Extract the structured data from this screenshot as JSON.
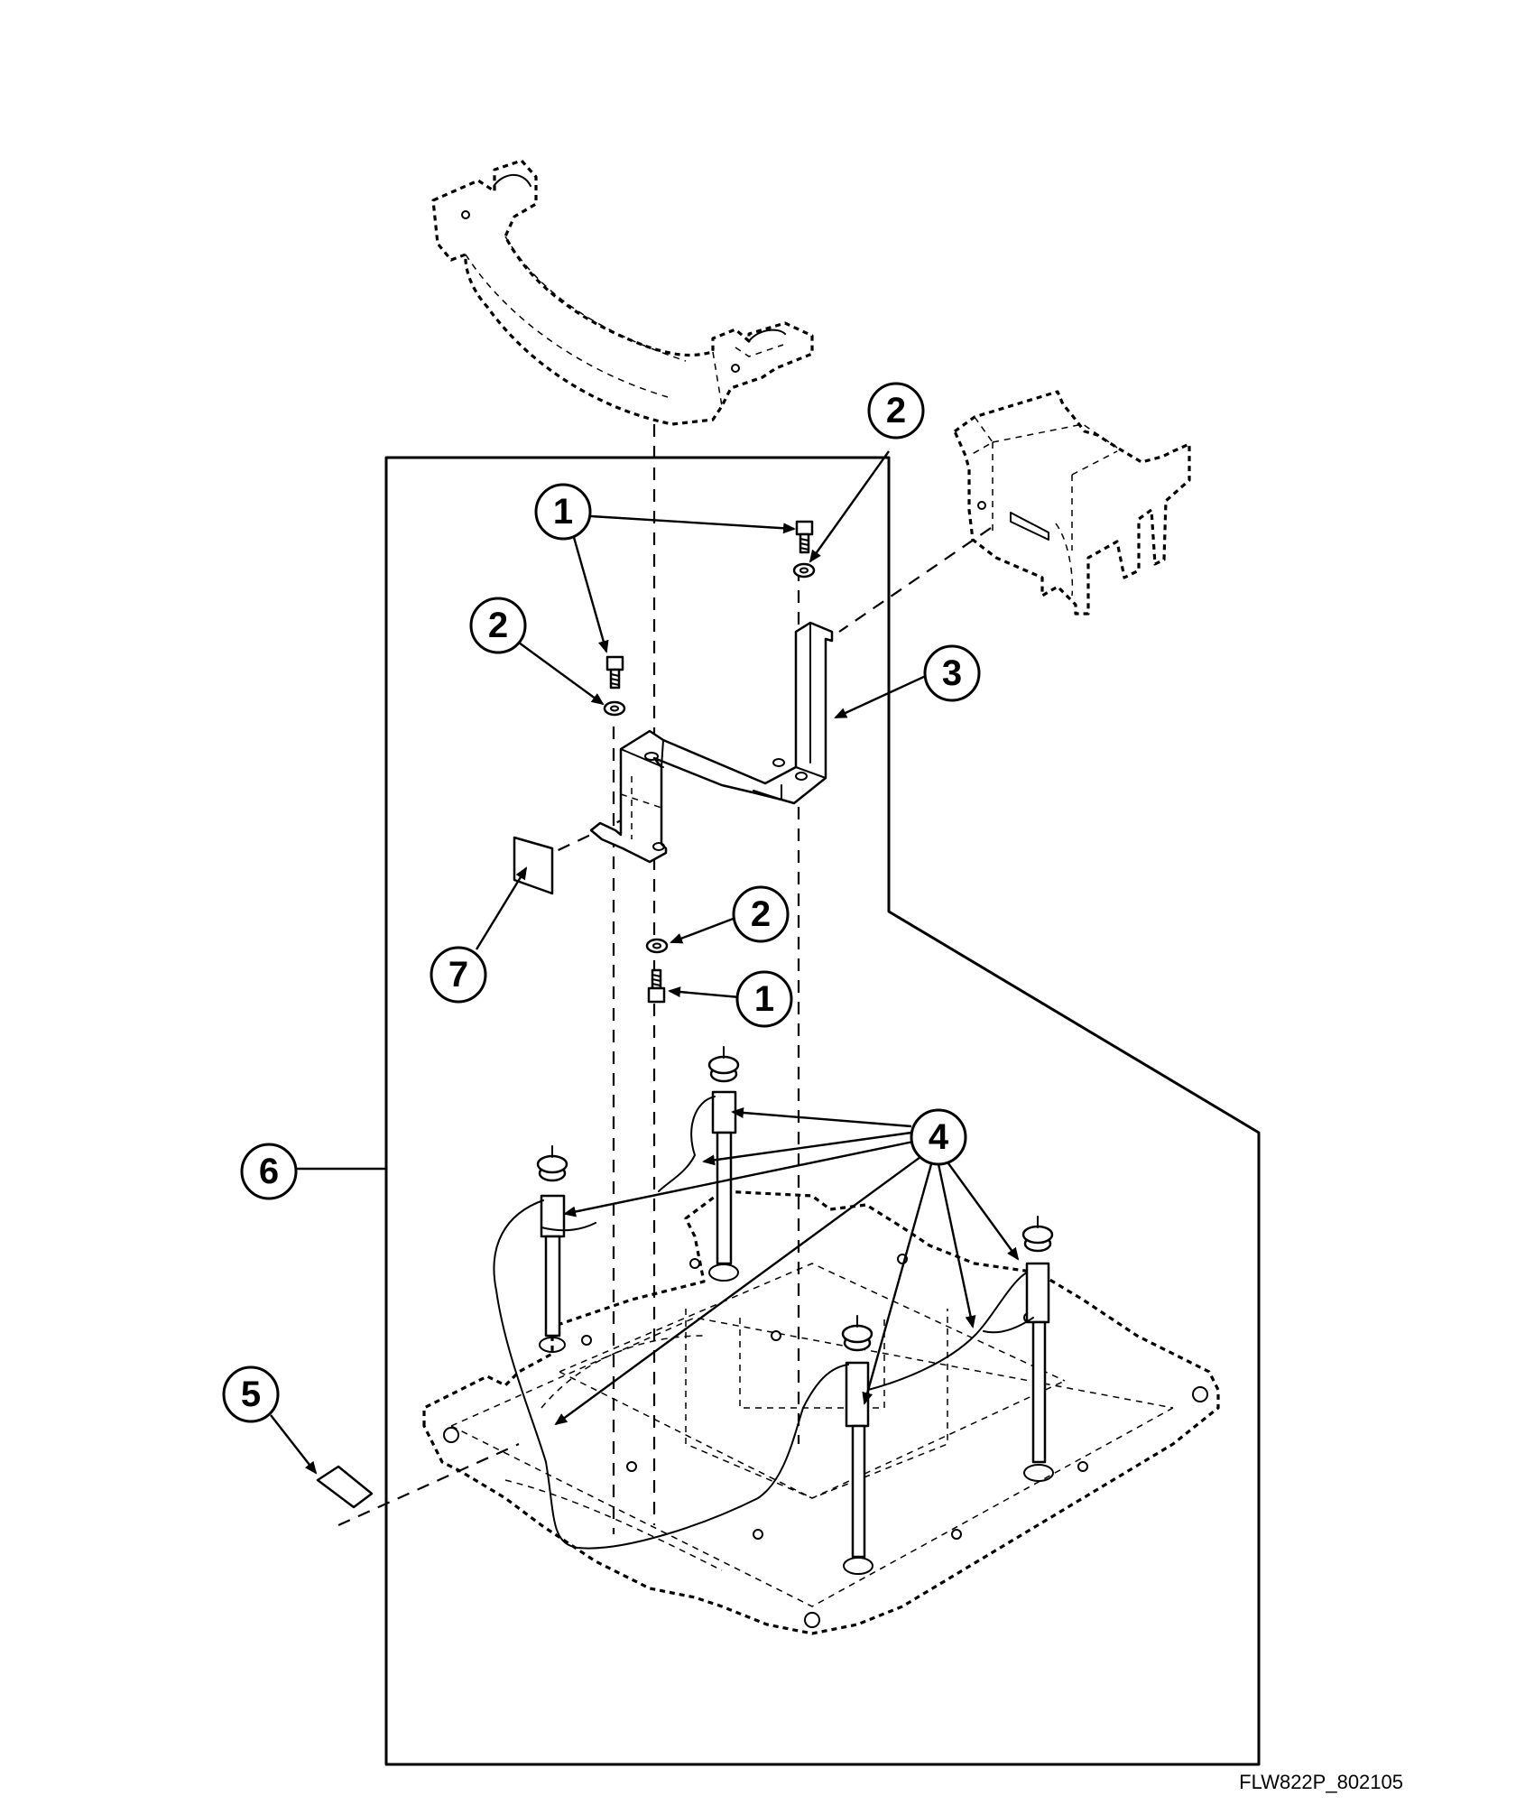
{
  "figure_id": "FLW822P_802105",
  "callouts": {
    "c1a": "1",
    "c1b": "1",
    "c2a": "2",
    "c2b": "2",
    "c2c": "2",
    "c3": "3",
    "c4": "4",
    "c5": "5",
    "c6": "6",
    "c7": "7"
  }
}
